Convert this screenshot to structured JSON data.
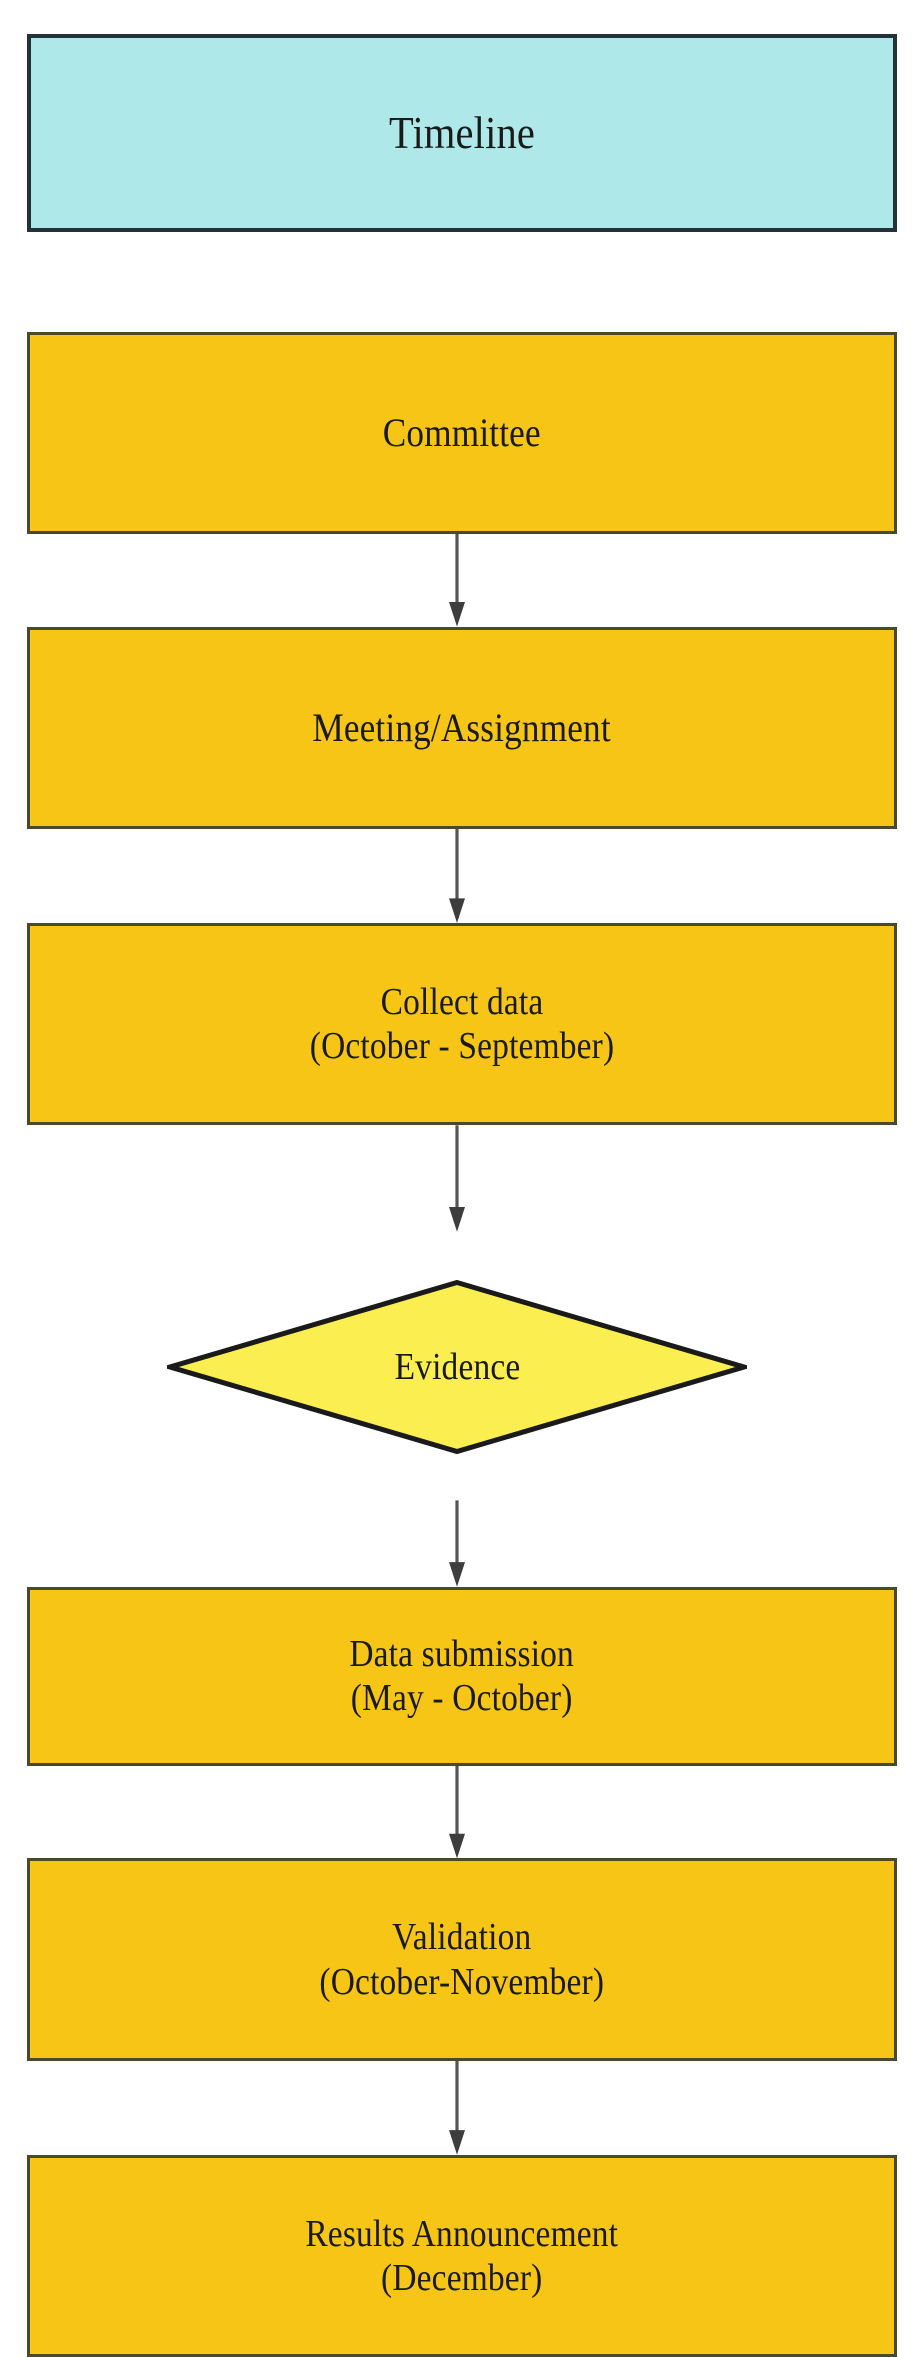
{
  "diagram": {
    "title": "Timeline",
    "type": "flowchart",
    "orientation": "vertical",
    "colors": {
      "header_fill": "#AFE8E8",
      "header_border": "#22313a",
      "process_fill": "#F7C515",
      "process_border": "#4a4a2a",
      "decision_fill": "#FAEE50",
      "decision_border": "#1a1a1a",
      "connector": "#555555",
      "text": "#1a1a1a"
    },
    "nodes": [
      {
        "id": "timeline",
        "shape": "rectangle",
        "role": "header",
        "line1": "Timeline",
        "line2": ""
      },
      {
        "id": "committee",
        "shape": "rectangle",
        "role": "process",
        "line1": "Committee",
        "line2": ""
      },
      {
        "id": "meeting-assignment",
        "shape": "rectangle",
        "role": "process",
        "line1": "Meeting/Assignment",
        "line2": ""
      },
      {
        "id": "collect-data",
        "shape": "rectangle",
        "role": "process",
        "line1": "Collect data",
        "line2": "(October - September)"
      },
      {
        "id": "evidence",
        "shape": "diamond",
        "role": "decision",
        "line1": "Evidence",
        "line2": ""
      },
      {
        "id": "data-submission",
        "shape": "rectangle",
        "role": "process",
        "line1": "Data submission",
        "line2": "(May - October)"
      },
      {
        "id": "validation",
        "shape": "rectangle",
        "role": "process",
        "line1": "Validation",
        "line2": "(October-November)"
      },
      {
        "id": "results-announcement",
        "shape": "rectangle",
        "role": "process",
        "line1": "Results Announcement",
        "line2": "(December)"
      }
    ],
    "edges": [
      {
        "from": "committee",
        "to": "meeting-assignment",
        "arrow": "down"
      },
      {
        "from": "meeting-assignment",
        "to": "collect-data",
        "arrow": "down"
      },
      {
        "from": "collect-data",
        "to": "evidence",
        "arrow": "down"
      },
      {
        "from": "evidence",
        "to": "data-submission",
        "arrow": "down"
      },
      {
        "from": "data-submission",
        "to": "validation",
        "arrow": "down"
      },
      {
        "from": "validation",
        "to": "results-announcement",
        "arrow": "down"
      }
    ]
  }
}
